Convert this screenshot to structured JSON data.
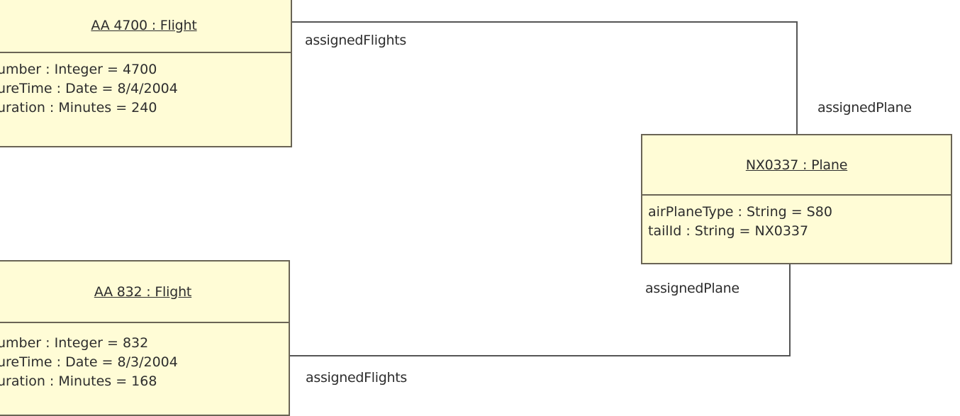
{
  "diagram": {
    "type": "UML object diagram",
    "objects": {
      "flight_top": {
        "name": "AA 4700 : Flight",
        "attributes": [
          "umber : Integer = 4700",
          "ureTime : Date = 8/4/2004",
          "uration : Minutes = 240"
        ]
      },
      "flight_bottom": {
        "name": "AA 832 : Flight",
        "attributes": [
          "umber : Integer = 832",
          "ureTime : Date = 8/3/2004",
          "uration : Minutes = 168"
        ]
      },
      "plane": {
        "name": "NX0337 : Plane",
        "attributes": [
          "airPlaneType : String = S80",
          "tailId : String = NX0337"
        ]
      }
    },
    "links": [
      {
        "from": "AA 4700 : Flight",
        "to": "NX0337 : Plane",
        "flight_end_role": "assignedFlights",
        "plane_end_role": "assignedPlane"
      },
      {
        "from": "AA 832 : Flight",
        "to": "NX0337 : Plane",
        "flight_end_role": "assignedFlights",
        "plane_end_role": "assignedPlane"
      }
    ],
    "colors": {
      "object_fill": "#fffcd6",
      "object_border": "#6a6455",
      "link_line": "#555555",
      "background": "#ffffff"
    }
  }
}
